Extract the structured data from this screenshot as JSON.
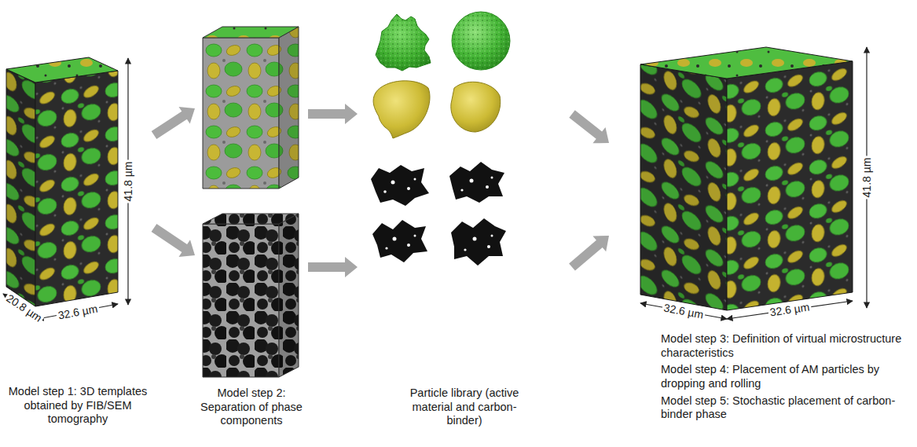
{
  "diagram": {
    "nodes": [
      {
        "text": [
          "Model step 1: 3D templates obtained by FIB/SEM tomography"
        ]
      },
      {
        "text": [
          "Model step 2: Separation of phase components"
        ]
      },
      {
        "text": [
          "Particle library (active material and carbon-binder)"
        ]
      },
      {
        "text": [
          "Model step 3: Definition of virtual microstructure characteristics",
          "Model step 4: Placement of AM particles by dropping and rolling",
          "Model step 5: Stochastic placement of carbon-binder phase"
        ]
      }
    ],
    "edges": [
      {
        "from": 0,
        "to": 1,
        "arrow": "to"
      },
      {
        "from": 0,
        "to": 1,
        "arrow": "to"
      },
      {
        "from": 1,
        "to": 2,
        "arrow": "to"
      },
      {
        "from": 1,
        "to": 2,
        "arrow": "to"
      },
      {
        "from": 2,
        "to": 3,
        "arrow": "to"
      },
      {
        "from": 2,
        "to": 3,
        "arrow": "to"
      }
    ],
    "labels": [
      "41.8 µm",
      "20.8 µm",
      "32.6 µm",
      "41.8 µm",
      "32.6 µm",
      "32.6 µm"
    ]
  }
}
